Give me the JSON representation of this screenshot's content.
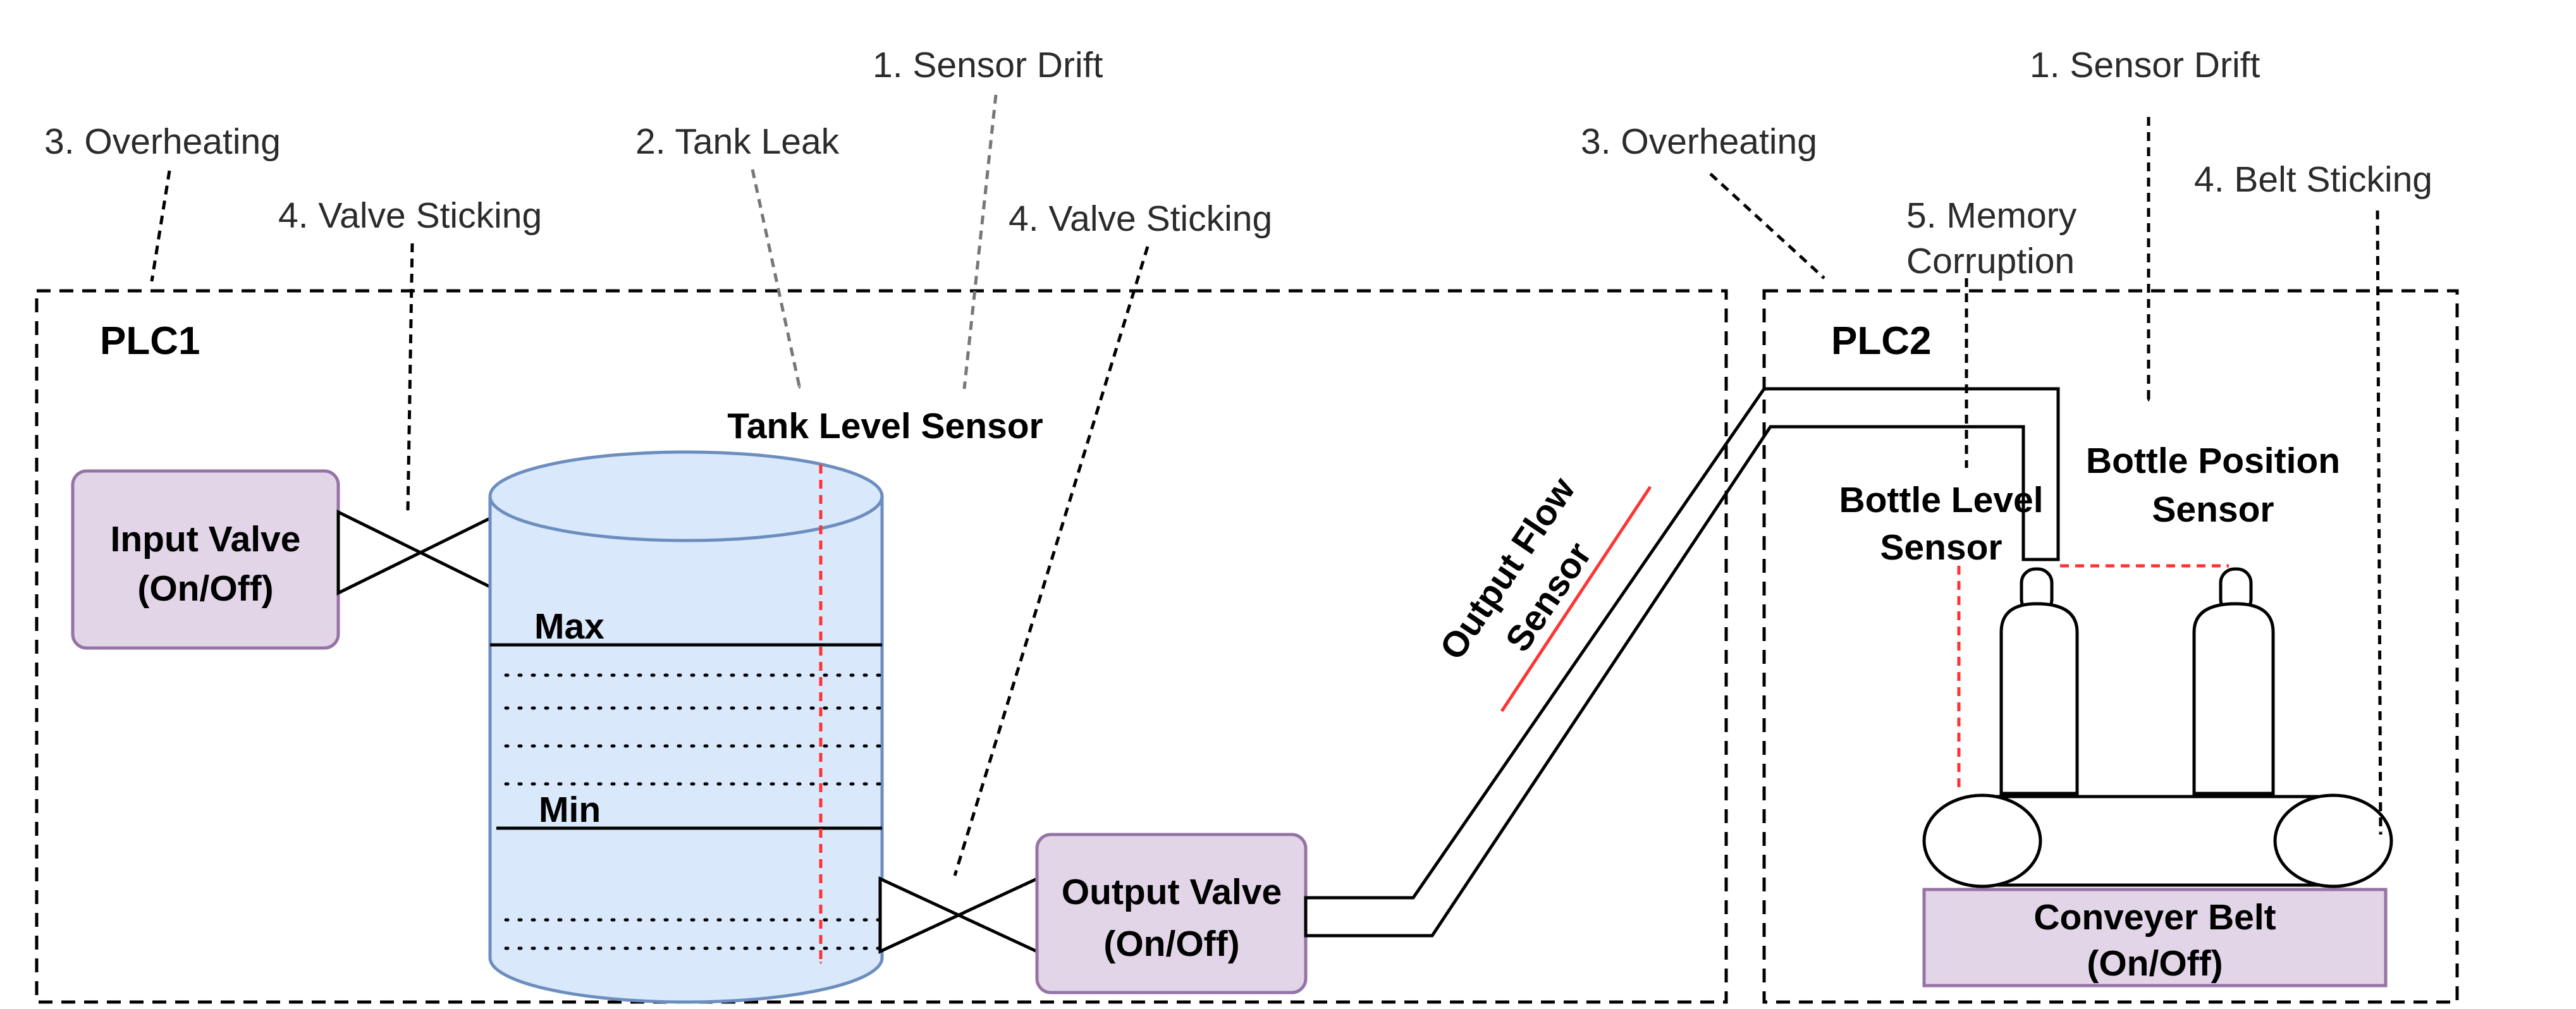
{
  "groups": {
    "plc1": "PLC1",
    "plc2": "PLC2"
  },
  "components": {
    "input_valve": [
      "Input Valve",
      "(On/Off)"
    ],
    "output_valve": [
      "Output Valve",
      "(On/Off)"
    ],
    "conveyer_belt": [
      "Conveyer Belt",
      "(On/Off)"
    ],
    "tank_level_sensor": "Tank Level Sensor",
    "output_flow_sensor": [
      "Output Flow",
      "Sensor"
    ],
    "bottle_level_sensor": [
      "Bottle Level",
      "Sensor"
    ],
    "bottle_position_sensor": [
      "Bottle Position",
      "Sensor"
    ],
    "tank_max": "Max",
    "tank_min": "Min"
  },
  "faults": {
    "overheating_plc1": "3. Overheating",
    "valve_sticking_input": "4. Valve Sticking",
    "tank_leak": "2. Tank Leak",
    "sensor_drift_tank": "1. Sensor Drift",
    "valve_sticking_output": "4. Valve Sticking",
    "overheating_plc2": "3. Overheating",
    "memory_corruption": [
      "5. Memory",
      "Corruption"
    ],
    "sensor_drift_bottle": "1. Sensor Drift",
    "belt_sticking": "4. Belt Sticking"
  },
  "colors": {
    "component_fill": "#e1d5e7",
    "component_stroke": "#9673a6",
    "tank_fill": "#dae8fc",
    "tank_stroke": "#6c8ebf",
    "sensor_arrow": "#ff3333",
    "fault_arrow": "#000000",
    "tank_leak_arrow": "#777777"
  }
}
